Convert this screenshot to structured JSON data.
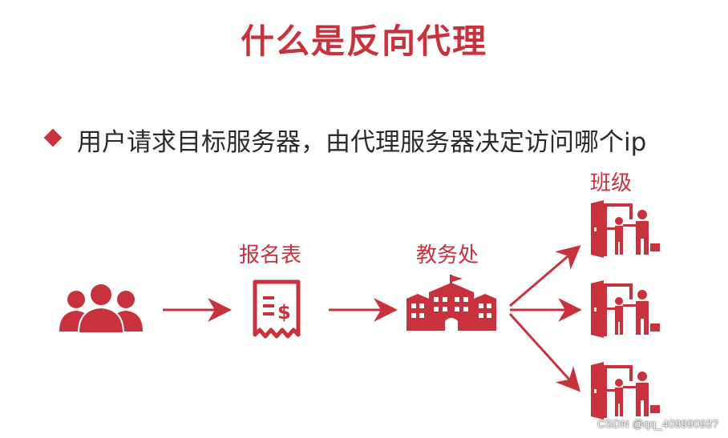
{
  "title": "什么是反向代理",
  "bullet": {
    "text": "用户请求目标服务器，由代理服务器决定访问哪个ip"
  },
  "diagram": {
    "labels": {
      "form": "报名表",
      "office": "教务处",
      "classes": "班级"
    },
    "icons": {
      "users": "users-group-icon",
      "form": "receipt-form-icon",
      "office": "building-icon",
      "classroom": "classroom-door-teacher-icon"
    },
    "accent_color": "#c8323c"
  },
  "watermark": "CSDN @qq_40999093?"
}
